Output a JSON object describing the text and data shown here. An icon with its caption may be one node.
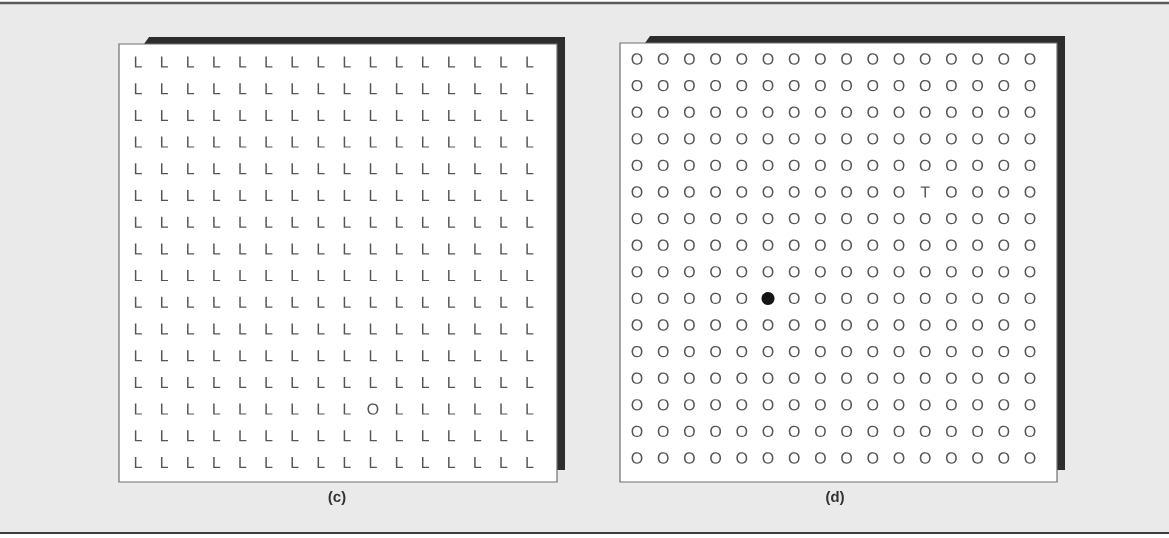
{
  "diagram": {
    "nodes": [
      {
        "text": [
          "(c)"
        ]
      },
      {
        "text": [
          "(d)"
        ]
      }
    ],
    "labels": [
      "L",
      "L",
      "L",
      "L",
      "L",
      "L",
      "L",
      "L",
      "L",
      "L",
      "L",
      "L",
      "L",
      "L",
      "L",
      "L",
      "L",
      "L",
      "L",
      "L",
      "L",
      "L",
      "L",
      "L",
      "L",
      "L",
      "L",
      "L",
      "L",
      "L",
      "L",
      "L",
      "L",
      "L",
      "L",
      "L",
      "L",
      "L",
      "L",
      "L",
      "L",
      "L",
      "L",
      "L",
      "L",
      "L",
      "L",
      "L",
      "L",
      "L",
      "L",
      "L",
      "L",
      "L",
      "L",
      "L",
      "L",
      "L",
      "L",
      "L",
      "L",
      "L",
      "L",
      "L",
      "L",
      "L",
      "L",
      "L",
      "L",
      "L",
      "L",
      "L",
      "L",
      "L",
      "L",
      "L",
      "L",
      "L",
      "L",
      "L",
      "L",
      "L",
      "L",
      "L",
      "L",
      "L",
      "L",
      "L",
      "L",
      "L",
      "L",
      "L",
      "L",
      "L",
      "L",
      "L",
      "L",
      "L",
      "L",
      "L",
      "L",
      "L",
      "L",
      "L",
      "L",
      "L",
      "L",
      "L",
      "L",
      "L",
      "L",
      "L",
      "L",
      "L",
      "L",
      "L",
      "L",
      "L",
      "L",
      "L",
      "L",
      "L",
      "L",
      "L",
      "L",
      "L",
      "L",
      "L",
      "L",
      "L",
      "L",
      "L",
      "L",
      "L",
      "L",
      "L",
      "L",
      "L",
      "L",
      "L",
      "L",
      "L",
      "L",
      "L",
      "L",
      "L",
      "L",
      "L",
      "L",
      "L",
      "L",
      "L",
      "L",
      "L",
      "L",
      "L",
      "L",
      "L",
      "L",
      "L",
      "L",
      "L",
      "L",
      "L",
      "L",
      "L",
      "L",
      "L",
      "L",
      "L",
      "L",
      "L",
      "L",
      "L",
      "L",
      "L",
      "L",
      "L",
      "L",
      "L",
      "L",
      "L",
      "L",
      "L",
      "L",
      "L",
      "L",
      "L",
      "L",
      "L",
      "L",
      "L",
      "L",
      "L",
      "L",
      "L",
      "L",
      "L",
      "L",
      "L",
      "L",
      "L",
      "L",
      "L",
      "L",
      "L",
      "L",
      "L",
      "L",
      "L",
      "L",
      "L",
      "L",
      "L",
      "L",
      "L",
      "L",
      "O",
      "L",
      "L",
      "L",
      "L",
      "L",
      "L",
      "L",
      "L",
      "L",
      "L",
      "L",
      "L",
      "L",
      "L",
      "L",
      "L",
      "L",
      "L",
      "L",
      "L",
      "L",
      "L",
      "L",
      "L",
      "L",
      "L",
      "L",
      "L",
      "L",
      "L",
      "L",
      "L",
      "L",
      "L",
      "L",
      "L",
      "L",
      "L",
      "O",
      "O",
      "O",
      "O",
      "O",
      "O",
      "O",
      "O",
      "O",
      "O",
      "O",
      "O",
      "O",
      "O",
      "O",
      "O",
      "O",
      "O",
      "O",
      "O",
      "O",
      "O",
      "O",
      "O",
      "O",
      "O",
      "O",
      "O",
      "O",
      "O",
      "O",
      "O",
      "O",
      "O",
      "O",
      "O",
      "O",
      "O",
      "O",
      "O",
      "O",
      "O",
      "O",
      "O",
      "O",
      "O",
      "O",
      "O",
      "O",
      "O",
      "O",
      "O",
      "O",
      "O",
      "O",
      "O",
      "O",
      "O",
      "O",
      "O",
      "O",
      "O",
      "O",
      "O",
      "O",
      "O",
      "O",
      "O",
      "O",
      "O",
      "O",
      "O",
      "O",
      "O",
      "O",
      "O",
      "O",
      "O",
      "O",
      "O",
      "O",
      "O",
      "O",
      "O",
      "O",
      "O",
      "O",
      "O",
      "O",
      "O",
      "O",
      "T",
      "O",
      "O",
      "O",
      "O",
      "O",
      "O",
      "O",
      "O",
      "O",
      "O",
      "O",
      "O",
      "O",
      "O",
      "O",
      "O",
      "O",
      "O",
      "O",
      "O",
      "O",
      "O",
      "O",
      "O",
      "O",
      "O",
      "O",
      "O",
      "O",
      "O",
      "O",
      "O",
      "O",
      "O",
      "O",
      "O",
      "O",
      "O",
      "O",
      "O",
      "O",
      "O",
      "O",
      "O",
      "O",
      "O",
      "O",
      "O",
      "O",
      "O",
      "O",
      "O",
      "O",
      "O",
      "O",
      "O",
      "O",
      "O",
      "O",
      "O",
      "O",
      "O",
      "O",
      "O",
      "O",
      "O",
      "O",
      "O",
      "O",
      "O",
      "O",
      "O",
      "O",
      "O",
      "O",
      "O",
      "O",
      "O",
      "O",
      "O",
      "O",
      "O",
      "O",
      "O",
      "O",
      "O",
      "O",
      "O",
      "O",
      "O",
      "O",
      "O",
      "O",
      "O",
      "O",
      "O",
      "O",
      "O",
      "O",
      "O",
      "O",
      "O",
      "O",
      "O",
      "O",
      "O",
      "O",
      "O",
      "O",
      "O",
      "O",
      "O",
      "O",
      "O",
      "O",
      "O",
      "O",
      "O",
      "O",
      "O",
      "O",
      "O",
      "O",
      "O",
      "O",
      "O",
      "O",
      "O",
      "O",
      "O",
      "O",
      "O",
      "O",
      "O",
      "O",
      "O",
      "O",
      "O",
      "O",
      "O",
      "O",
      "O",
      "O",
      "O",
      "O",
      "O",
      "O",
      "O",
      "O",
      "O",
      "O",
      "O",
      "O",
      "O",
      "O",
      "O",
      "O",
      "O",
      "O",
      "O",
      "O",
      "O",
      "O"
    ]
  }
}
